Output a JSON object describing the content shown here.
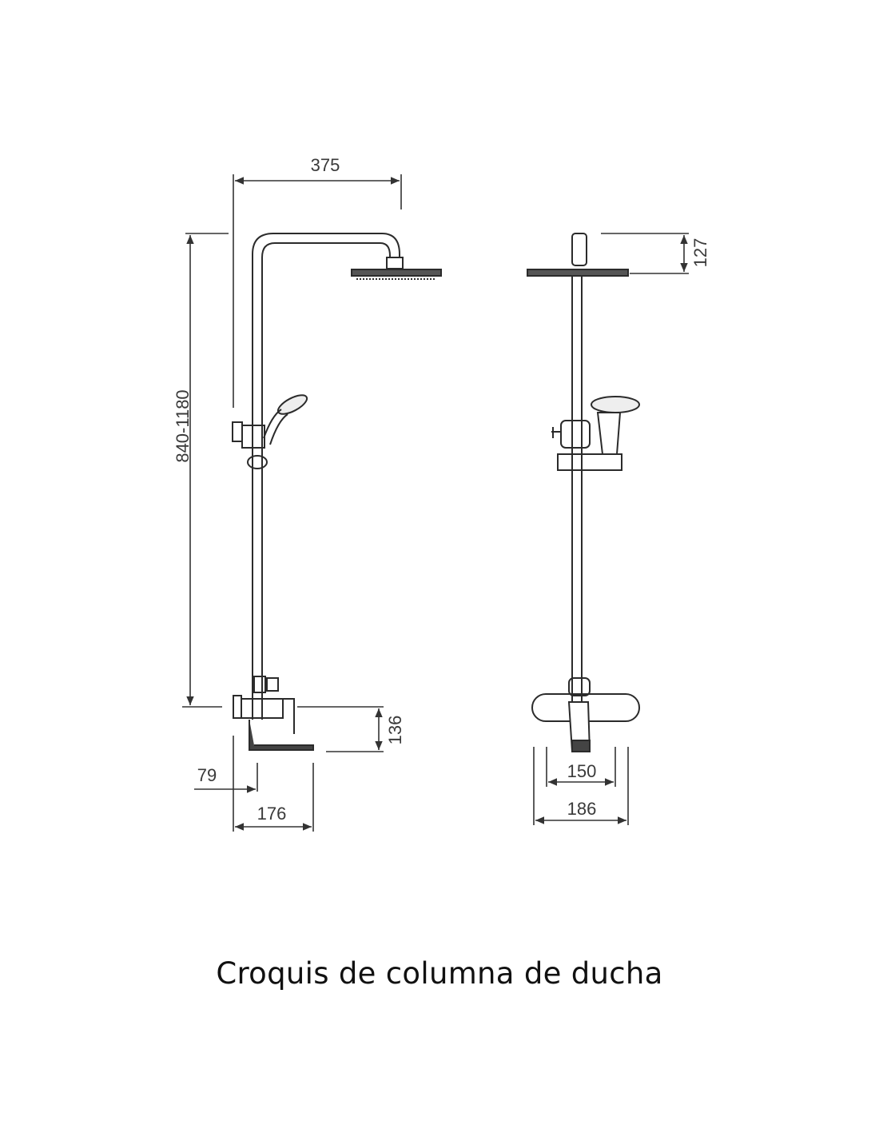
{
  "diagram": {
    "dimensions": {
      "arm_reach": "375",
      "height_range": "840-1180",
      "head_height": "127",
      "spout_height": "136",
      "wall_to_column": "79",
      "spout_projection": "176",
      "inlet_spacing": "150",
      "mixer_width": "186"
    },
    "colors": {
      "line": "#2b2b2b",
      "background": "#ffffff"
    }
  },
  "caption": "Croquis de columna de ducha"
}
